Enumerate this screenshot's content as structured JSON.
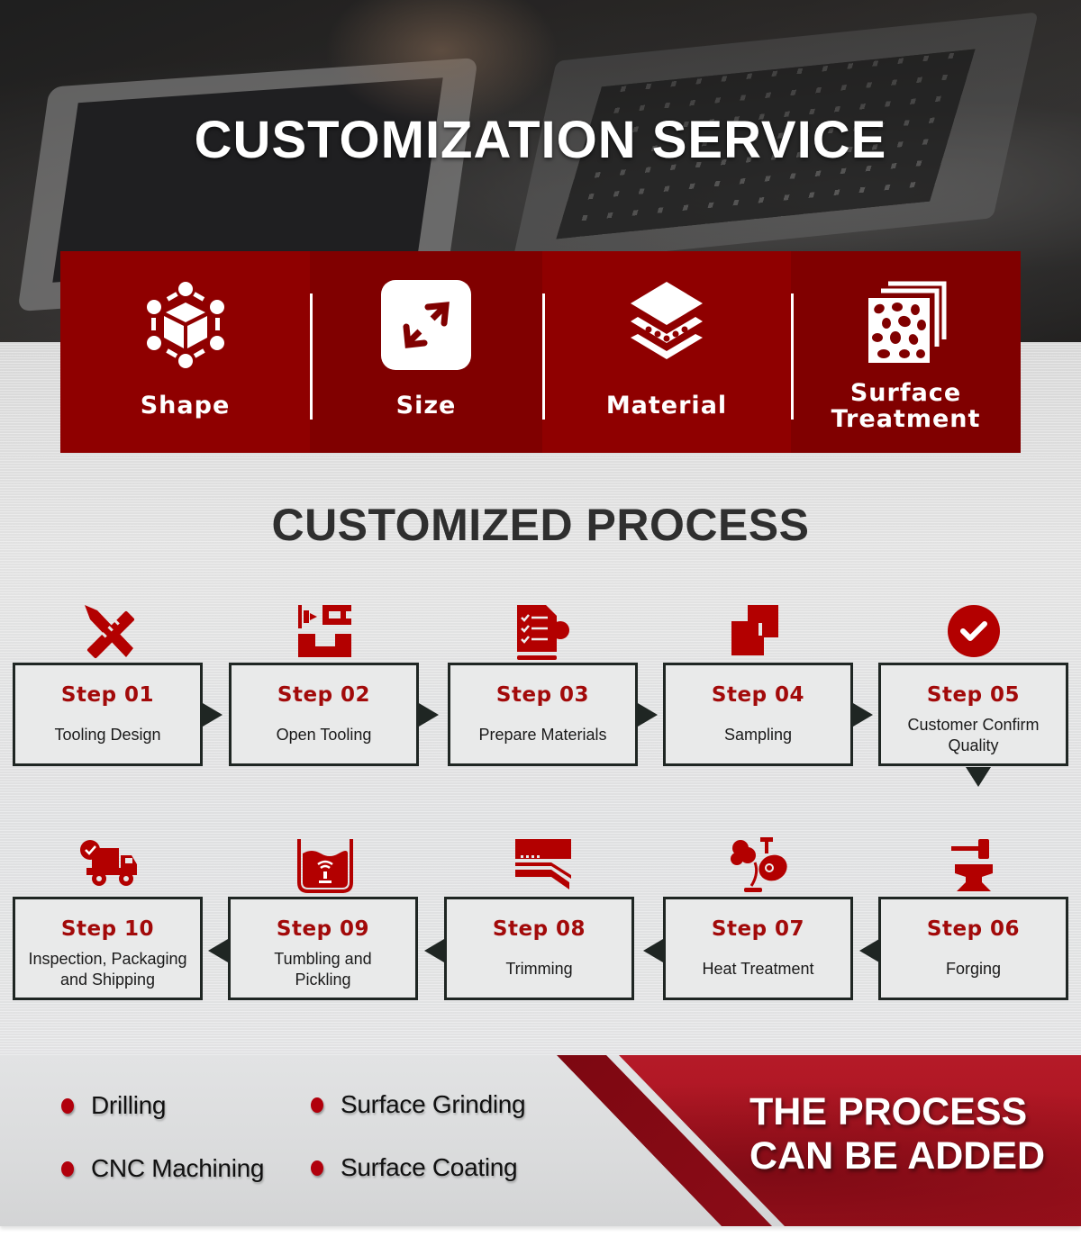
{
  "hero": {
    "title": "CUSTOMIZATION SERVICE"
  },
  "customization": {
    "items": [
      {
        "label": "Shape",
        "icon": "network-cube-icon"
      },
      {
        "label": "Size",
        "icon": "resize-arrows-icon"
      },
      {
        "label": "Material",
        "icon": "layers-icon"
      },
      {
        "label_line1": "Surface",
        "label_line2": "Treatment",
        "icon": "surface-texture-icon"
      }
    ]
  },
  "process": {
    "title": "CUSTOMIZED PROCESS",
    "steps": [
      {
        "num": "Step 01",
        "desc": "Tooling Design",
        "icon": "pencil-ruler-icon"
      },
      {
        "num": "Step 02",
        "desc": "Open Tooling",
        "icon": "cnc-tooling-icon"
      },
      {
        "num": "Step 03",
        "desc": "Prepare Materials",
        "icon": "checklist-gear-icon"
      },
      {
        "num": "Step 04",
        "desc": "Sampling",
        "icon": "fabric-samples-icon"
      },
      {
        "num": "Step 05",
        "desc_line1": "Customer Confirm",
        "desc_line2": "Quality",
        "icon": "check-circle-icon"
      },
      {
        "num": "Step 06",
        "desc": "Forging",
        "icon": "anvil-hammer-icon"
      },
      {
        "num": "Step 07",
        "desc": "Heat Treatment",
        "icon": "ladle-pour-icon"
      },
      {
        "num": "Step 08",
        "desc": "Trimming",
        "icon": "trimming-die-icon"
      },
      {
        "num": "Step 09",
        "desc_line1": "Tumbling and",
        "desc_line2": "Pickling",
        "icon": "tank-bath-icon"
      },
      {
        "num": "Step 10",
        "desc_line1": "Inspection, Packaging",
        "desc_line2": "and Shipping",
        "icon": "delivery-truck-icon"
      }
    ]
  },
  "additional": {
    "items": [
      "Drilling",
      "Surface Grinding",
      "CNC Machining",
      "Surface Coating"
    ],
    "title_line1": "THE PROCESS",
    "title_line2": "CAN BE ADDED"
  },
  "colors": {
    "brand_red": "#8f0000",
    "brand_red_dark": "#800000",
    "step_red": "#a20a0a",
    "border_dark": "#1f2623",
    "heading_dark": "#2f2f2f"
  }
}
